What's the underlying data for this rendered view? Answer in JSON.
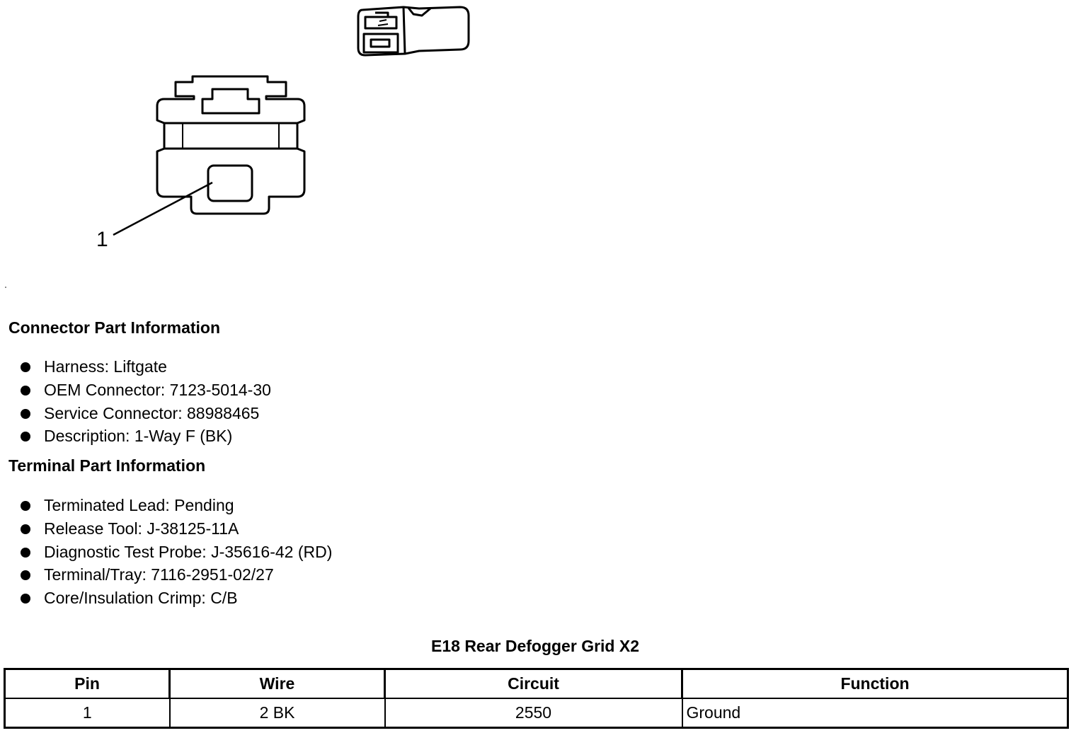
{
  "diagram": {
    "callout_number": "1"
  },
  "connector_info": {
    "heading": "Connector Part Information",
    "items": [
      "Harness: Liftgate",
      "OEM Connector: 7123-5014-30",
      "Service Connector: 88988465",
      "Description: 1-Way F (BK)"
    ]
  },
  "terminal_info": {
    "heading": "Terminal Part Information",
    "items": [
      "Terminated Lead: Pending",
      "Release Tool: J-38125-11A",
      "Diagnostic Test Probe: J-35616-42 (RD)",
      "Terminal/Tray: 7116-2951-02/27",
      "Core/Insulation Crimp: C/B"
    ]
  },
  "pin_table": {
    "title": "E18 Rear Defogger Grid X2",
    "columns": [
      "Pin",
      "Wire",
      "Circuit",
      "Function"
    ],
    "rows": [
      [
        "1",
        "2 BK",
        "2550",
        "Ground"
      ]
    ]
  }
}
